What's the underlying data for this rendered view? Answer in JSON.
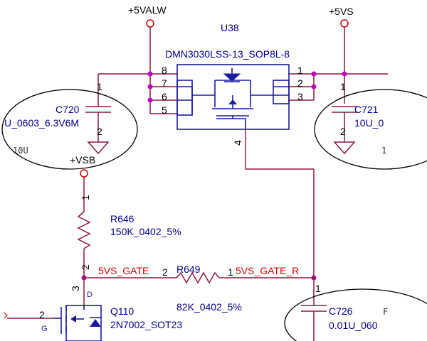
{
  "power": {
    "p5valw": "+5VALW",
    "p5vs": "+5VS",
    "pvsb": "+VSB"
  },
  "u38": {
    "ref": "U38",
    "value": "DMN3030LSS-13_SOP8L-8",
    "pins": [
      "1",
      "2",
      "3",
      "4",
      "5",
      "6",
      "7",
      "8"
    ]
  },
  "c720": {
    "ref": "C720",
    "value": "U_0603_6.3V6M",
    "pin1": "1",
    "pin2": "2",
    "body_text": "10U"
  },
  "c721": {
    "ref": "C721",
    "value": "10U_0",
    "pin1": "1",
    "pin2": "2",
    "body_text": "1"
  },
  "r646": {
    "ref": "R646",
    "value": "150K_0402_5%",
    "pin1": "1",
    "pin2": "2"
  },
  "r649": {
    "ref": "R649",
    "value": "82K_0402_5%",
    "pin1": "1",
    "pin2": "2"
  },
  "q110": {
    "ref": "Q110",
    "value": "2N7002_SOT23",
    "drain": "D",
    "gate": "G",
    "gate_pin": "2"
  },
  "c726": {
    "ref": "C726",
    "value": "0.01U_060",
    "pin1": "1",
    "body_text": "F"
  },
  "nets": {
    "gate": "5VS_GATE",
    "gate_r": "5VS_GATE_R"
  },
  "colors": {
    "wire": "#8b1a3a",
    "symbol": "#1a1aa0",
    "net_label": "#d40000",
    "junction": "#c000c0",
    "text": "#00008b"
  }
}
